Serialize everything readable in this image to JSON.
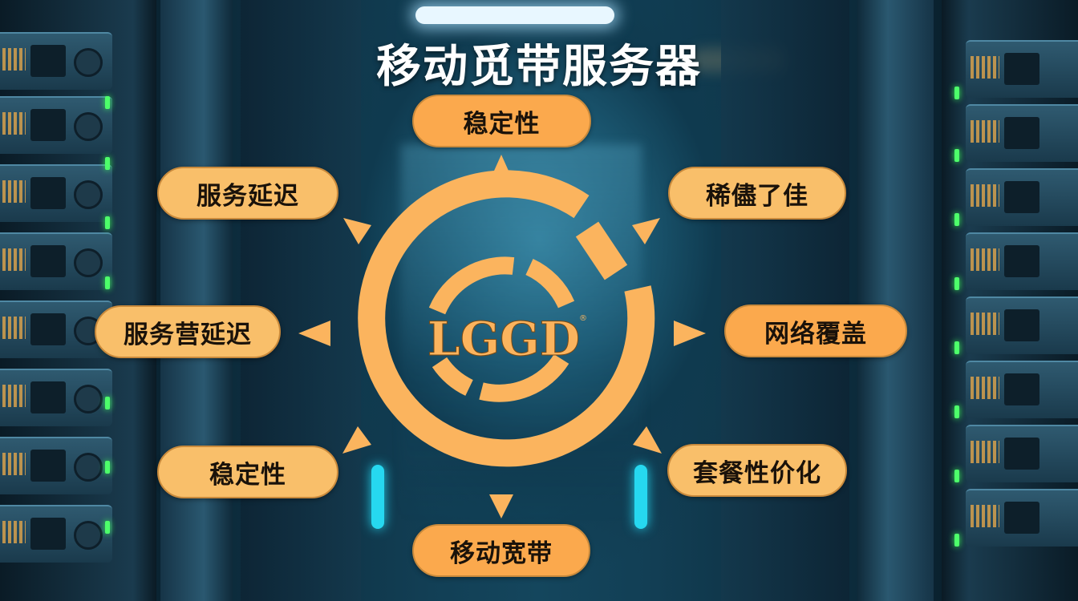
{
  "title": "移动觅带服务器",
  "center_logo": {
    "text": "LGGD",
    "registered_mark": "®"
  },
  "nodes": [
    {
      "id": "top",
      "label": "稳定性"
    },
    {
      "id": "top-right",
      "label": "稀儘了佳"
    },
    {
      "id": "right",
      "label": "网络覆盖"
    },
    {
      "id": "bottom-right",
      "label": "套餐性价化"
    },
    {
      "id": "bottom",
      "label": "移动宽带"
    },
    {
      "id": "bottom-left",
      "label": "稳定性"
    },
    {
      "id": "left",
      "label": "服务营延迟"
    },
    {
      "id": "top-left",
      "label": "服务延迟"
    }
  ],
  "colors": {
    "pill_light": "#f9bf6a",
    "pill_deep": "#fba94d",
    "logo_orange": "#fbb45e",
    "background_teal": "#14465d",
    "led_green": "#4dff6a",
    "accent_cyan": "#26d8f0"
  }
}
